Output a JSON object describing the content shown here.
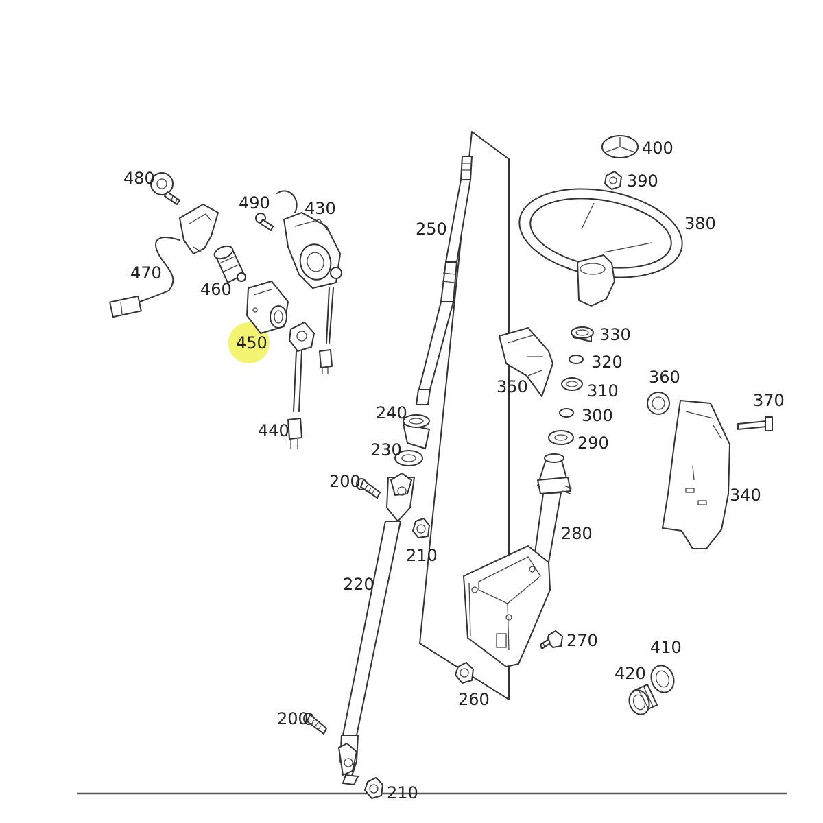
{
  "highlight": {
    "part": "450",
    "color": "#f2f25a"
  },
  "labels": {
    "p480": "480",
    "p470": "470",
    "p490": "490",
    "p430": "430",
    "p460": "460",
    "p450": "450",
    "p440": "440",
    "p250": "250",
    "p240": "240",
    "p230": "230",
    "p200a": "200",
    "p200b": "200",
    "p210a": "210",
    "p210b": "210",
    "p220": "220",
    "p260": "260",
    "p270": "270",
    "p280": "280",
    "p290": "290",
    "p300": "300",
    "p310": "310",
    "p320": "320",
    "p330": "330",
    "p340": "340",
    "p350": "350",
    "p360": "360",
    "p370": "370",
    "p380": "380",
    "p390": "390",
    "p400": "400",
    "p410": "410",
    "p420": "420"
  }
}
